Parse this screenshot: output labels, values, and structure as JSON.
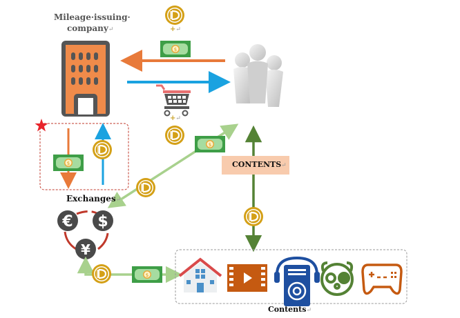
{
  "labels": {
    "issuer": "Mileage·issuing·",
    "issuer2": "company",
    "exchanges": "Exchanges",
    "contents_box": "CONTENTS",
    "contents": "Contents",
    "return_mark": "↵",
    "plus": "+",
    "plus_return": "↵"
  },
  "currency": {
    "euro": "€",
    "dollar": "$",
    "yen": "¥",
    "coin_symbol": "D",
    "bill_symbol": "$"
  },
  "colors": {
    "orange": "#e87a3a",
    "blue": "#1aa2e0",
    "light_green": "#a8d18d",
    "dark_green": "#548235",
    "red_dashed": "#c0392b",
    "contents_box_bg": "#f8cbad",
    "coin": "#d4a017",
    "bill": "#3e9e47"
  },
  "content_icons": [
    "house-icon",
    "video-icon",
    "music-player-icon",
    "panda-icon",
    "gamepad-icon"
  ]
}
